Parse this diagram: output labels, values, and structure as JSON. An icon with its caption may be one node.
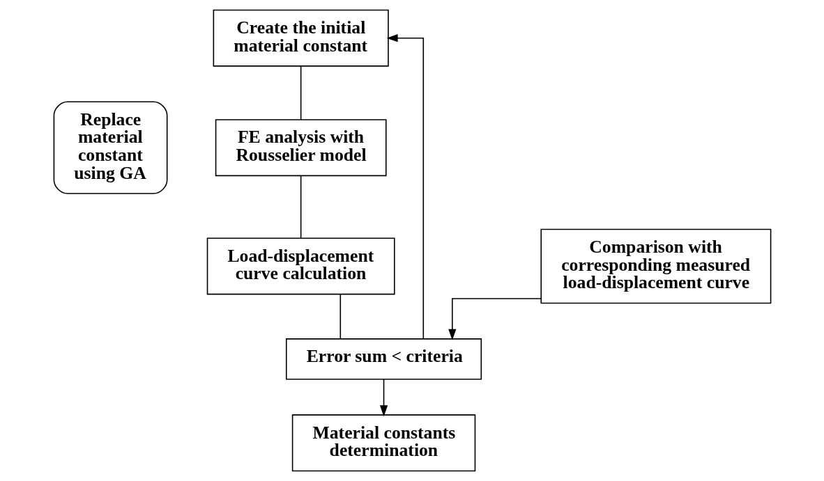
{
  "diagram": {
    "nodes": [
      {
        "text": [
          "Create the initial material constant"
        ]
      },
      {
        "text": [
          "FE analysis with Rousselier model"
        ]
      },
      {
        "text": [
          "Load-displacement curve calculation"
        ]
      },
      {
        "text": [
          "Comparison with corresponding measured load-displacement curve"
        ]
      },
      {
        "text": [
          "Error sum < criteria"
        ]
      },
      {
        "text": [
          "Material constants determination"
        ]
      },
      {
        "text": [
          "Replace material constant using GA"
        ]
      }
    ],
    "edges": [
      {
        "from": 0,
        "to": 1,
        "arrow": "none"
      },
      {
        "from": 1,
        "to": 2,
        "arrow": "none"
      },
      {
        "from": 2,
        "to": 4,
        "arrow": "none"
      },
      {
        "from": 3,
        "to": 4,
        "arrow": "to"
      },
      {
        "from": 4,
        "to": 5,
        "arrow": "to"
      },
      {
        "from": 4,
        "to": 0,
        "arrow": "to"
      }
    ]
  }
}
